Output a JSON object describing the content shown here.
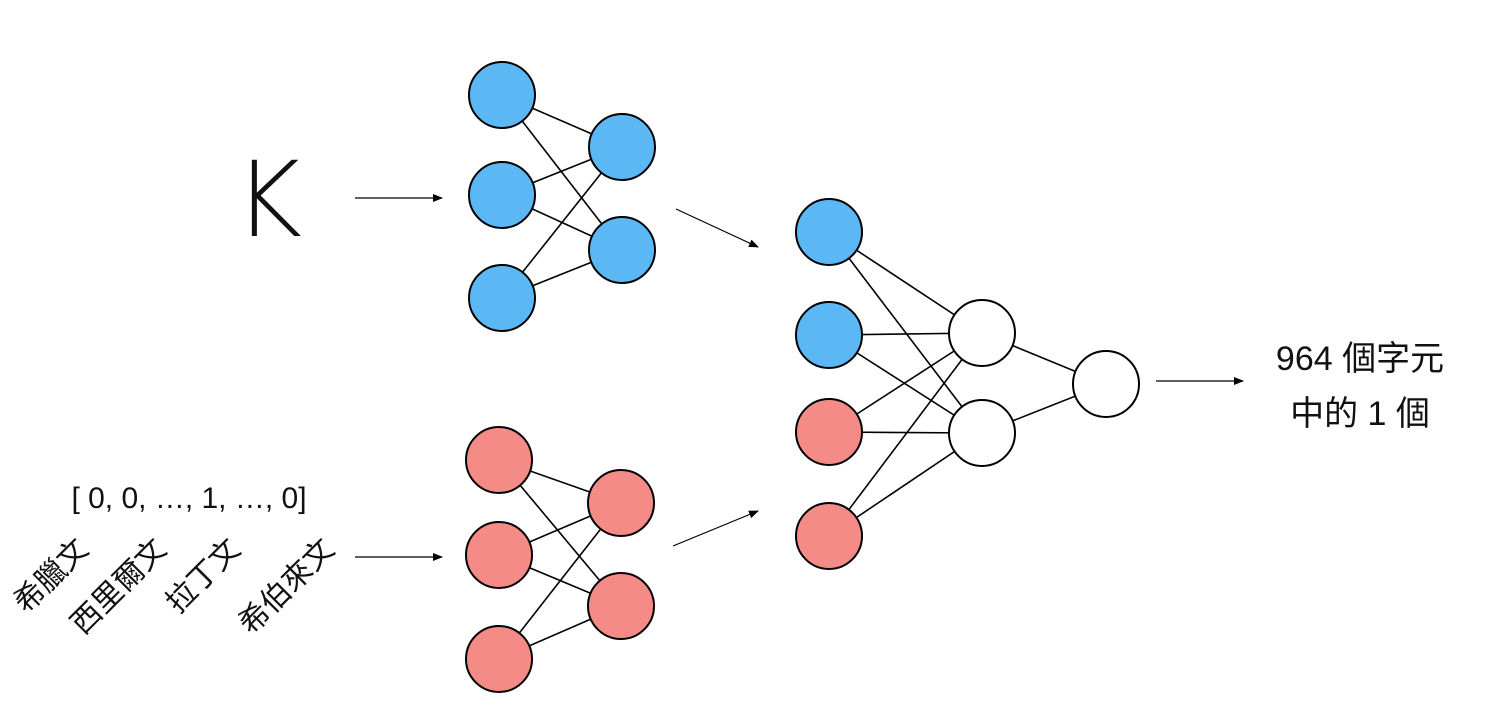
{
  "input_symbol": "K",
  "one_hot_vector": "[ 0, 0, …, 1, …, 0]",
  "language_labels": [
    "希臘文",
    "西里爾文",
    "拉丁文",
    "希伯來文"
  ],
  "output_label": {
    "line1": "964 個字元",
    "line2": "中的 1 個"
  },
  "colors": {
    "blue_node": "#5bb8f5",
    "red_node": "#f58b87",
    "output_node": "#ffffff",
    "stroke": "#000000"
  }
}
